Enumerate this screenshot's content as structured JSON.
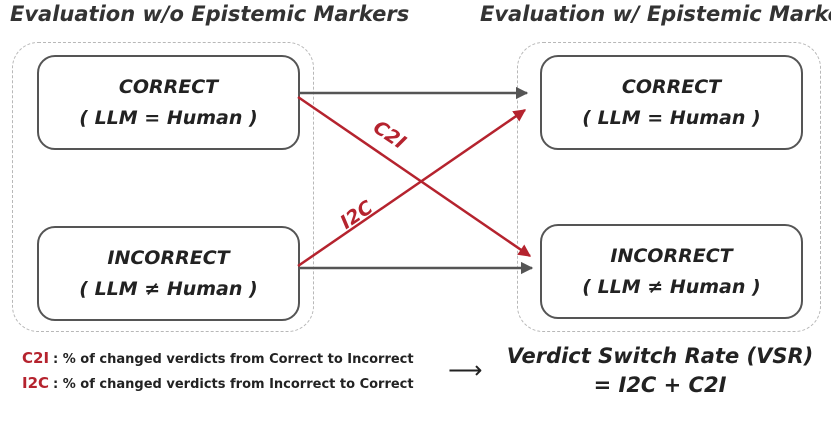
{
  "headers": {
    "left": "Evaluation w/o Epistemic Markers",
    "right": "Evaluation w/ Epistemic Markers"
  },
  "boxes": {
    "left_correct": {
      "title": "CORRECT",
      "subtitle": "( LLM = Human )"
    },
    "left_incorrect": {
      "title": "INCORRECT",
      "subtitle": "( LLM ≠ Human )"
    },
    "right_correct": {
      "title": "CORRECT",
      "subtitle": "( LLM = Human )"
    },
    "right_incorrect": {
      "title": "INCORRECT",
      "subtitle": "( LLM ≠ Human )"
    }
  },
  "arrow_labels": {
    "c2i": "C2I",
    "i2c": "I2C"
  },
  "legend": [
    {
      "abbr": "C2I",
      "text": ": % of changed verdicts from Correct to Incorrect"
    },
    {
      "abbr": "I2C",
      "text": ": % of changed verdicts from Incorrect to Correct"
    }
  ],
  "arrow_glyph": "⟶",
  "formula": {
    "line1": "Verdict Switch Rate (VSR)",
    "line2": "= I2C + C2I"
  },
  "colors": {
    "red": "#b5232e",
    "gray": "#555555"
  }
}
